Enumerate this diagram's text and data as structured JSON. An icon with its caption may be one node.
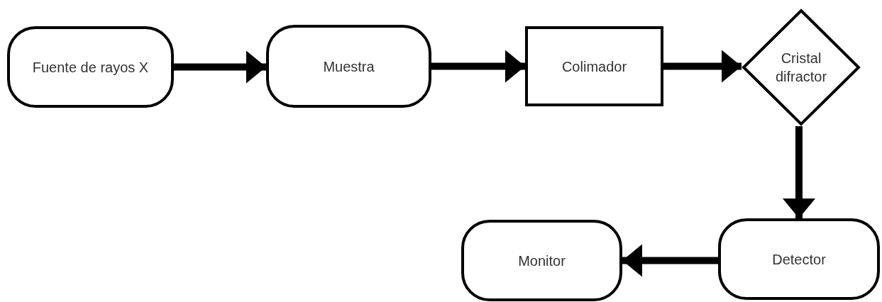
{
  "diagram": {
    "nodes": [
      {
        "text": [
          "Fuente de rayos X"
        ]
      },
      {
        "text": [
          "Muestra"
        ]
      },
      {
        "text": [
          "Colimador"
        ]
      },
      {
        "text": [
          "Cristal difractor"
        ]
      },
      {
        "text": [
          "Detector"
        ]
      },
      {
        "text": [
          "Monitor"
        ]
      }
    ],
    "edges": [
      {
        "from": 0,
        "to": 1,
        "arrow": "to"
      },
      {
        "from": 1,
        "to": 2,
        "arrow": "to"
      },
      {
        "from": 2,
        "to": 3,
        "arrow": "to"
      },
      {
        "from": 3,
        "to": 4,
        "arrow": "to"
      },
      {
        "from": 4,
        "to": 5,
        "arrow": "to"
      }
    ]
  }
}
